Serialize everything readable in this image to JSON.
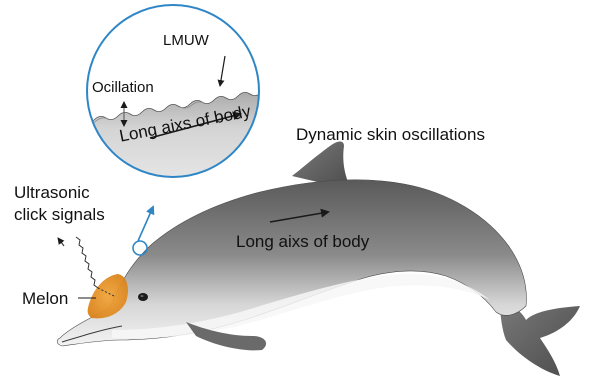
{
  "labels": {
    "lmuw": "LMUW",
    "oscillation": "Ocillation",
    "axis_inset": "Long aixs of body",
    "dynamic": "Dynamic skin oscillations",
    "ultrasonic_line1": "Ultrasonic",
    "ultrasonic_line2": "click signals",
    "axis_body": "Long aixs of body",
    "melon": "Melon"
  },
  "colors": {
    "dolphin_dark": "#5f5f5f",
    "dolphin_light": "#e9e9e9",
    "melon": "#e8931c",
    "inset_border": "#2f86c6",
    "inset_fill": "#e6e6e6",
    "skin_dark": "#9a9a9a"
  },
  "icons": [
    "signal-wave-icon",
    "arrow-icon"
  ]
}
